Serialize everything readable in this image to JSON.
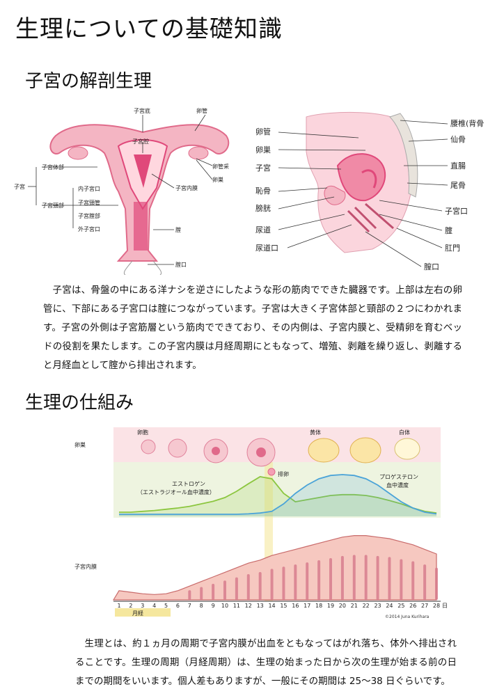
{
  "title": "生理についての基礎知識",
  "section1": {
    "heading": "子宮の解剖生理",
    "front_labels": {
      "fundus": "子宮底",
      "tube": "卵管",
      "cavity": "子宮腔",
      "body": "子宮体部",
      "uterus": "子宮",
      "fimbria": "卵管采",
      "ovary": "卵巣",
      "endometrium": "子宮内膜",
      "internal_os": "内子宮口",
      "cervical_canal": "子宮頸管",
      "vaginal_part": "子宮腟部",
      "external_os": "外子宮口",
      "cervix": "子宮頸部",
      "vagina": "腟",
      "vaginal_opening": "腟口"
    },
    "side_labels": {
      "tube": "卵管",
      "ovary": "卵巣",
      "uterus": "子宮",
      "pubis": "恥骨",
      "bladder": "膀胱",
      "urethra": "尿道",
      "urethral_opening": "尿道口",
      "lumbar": "腰椎(背骨)",
      "sacrum": "仙骨",
      "rectum": "直腸",
      "coccyx": "尾骨",
      "os": "子宮口",
      "vagina": "腟",
      "anus": "肛門",
      "vaginal_opening": "膣口"
    },
    "paragraph": "子宮は、骨盤の中にある洋ナシを逆さにしたような形の筋肉でできた臓器です。上部は左右の卵管に、下部にある子宮口は腟につながっています。子宮は大きく子宮体部と頸部の２つにわかれます。子宮の外側は子宮筋層という筋肉でできており、その内側は、子宮内膜と、受精卵を育むベッドの役割を果たします。この子宮内膜は月経周期にともなって、増殖、剥離を繰り返し、剥離すると月経血として腟から排出されます。"
  },
  "section2": {
    "heading": "生理の仕組み",
    "chart_labels": {
      "ovary_row": "卵巣",
      "follicle": "卵胞",
      "ovulation": "排卵",
      "corpus_luteum": "黄体",
      "corpus_albicans": "白体",
      "estrogen_1": "エストロゲン",
      "estrogen_2": "（エストラジオール血中濃度）",
      "progesterone_1": "プロゲステロン",
      "progesterone_2": "血中濃度",
      "endometrium_row": "子宮内膜",
      "menstruation": "月経",
      "day_unit": "日",
      "copyright": "©2014 Juna Kurihara"
    },
    "chart_data": {
      "type": "line",
      "x": [
        1,
        2,
        3,
        4,
        5,
        6,
        7,
        8,
        9,
        10,
        11,
        12,
        13,
        14,
        15,
        16,
        17,
        18,
        19,
        20,
        21,
        22,
        23,
        24,
        25,
        26,
        27,
        28
      ],
      "xlabel": "日",
      "series": [
        {
          "name": "エストロゲン",
          "color": "#8cc63f",
          "values": [
            0.1,
            0.1,
            0.12,
            0.14,
            0.17,
            0.2,
            0.24,
            0.3,
            0.36,
            0.45,
            0.6,
            0.78,
            0.95,
            0.9,
            0.55,
            0.35,
            0.4,
            0.45,
            0.5,
            0.52,
            0.52,
            0.5,
            0.45,
            0.38,
            0.3,
            0.2,
            0.12,
            0.08
          ]
        },
        {
          "name": "プロゲステロン",
          "color": "#4aa3d8",
          "values": [
            0.05,
            0.05,
            0.05,
            0.05,
            0.05,
            0.05,
            0.05,
            0.05,
            0.05,
            0.05,
            0.05,
            0.06,
            0.08,
            0.12,
            0.3,
            0.55,
            0.75,
            0.9,
            0.98,
            1.0,
            0.98,
            0.9,
            0.75,
            0.55,
            0.35,
            0.2,
            0.1,
            0.06
          ]
        }
      ],
      "days": [
        "1",
        "2",
        "3",
        "4",
        "5",
        "6",
        "7",
        "8",
        "9",
        "10",
        "11",
        "12",
        "13",
        "14",
        "15",
        "16",
        "17",
        "18",
        "19",
        "20",
        "21",
        "22",
        "23",
        "24",
        "25",
        "26",
        "27",
        "28"
      ],
      "endometrium_thickness": [
        0.12,
        0.1,
        0.08,
        0.07,
        0.08,
        0.12,
        0.18,
        0.24,
        0.3,
        0.36,
        0.42,
        0.48,
        0.52,
        0.58,
        0.62,
        0.66,
        0.7,
        0.74,
        0.78,
        0.82,
        0.84,
        0.84,
        0.82,
        0.8,
        0.76,
        0.72,
        0.66,
        0.6
      ],
      "menstruation_days": [
        1,
        5
      ],
      "ovulation_day": 14
    },
    "paragraph": "生理とは、約１ヵ月の周期で子宮内膜が出血をともなってはがれ落ち、体外へ排出されることです。生理の周期（月経周期）は、生理の始まった日から次の生理が始まる前の日までの期間をいいます。個人差もありますが、一般にその期間は 25～38 日ぐらいです。"
  }
}
